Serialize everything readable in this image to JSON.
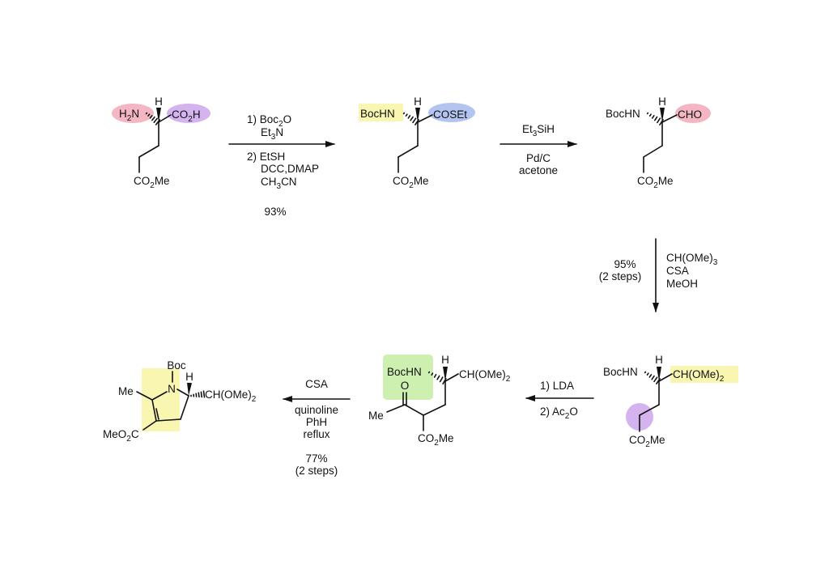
{
  "colors": {
    "pink": "#f4b6c2",
    "purple": "#d4b3ef",
    "yellow": "#f8f6b0",
    "blue": "#b3c4f0",
    "green": "#cdf0b0"
  },
  "compound1": {
    "h": "H",
    "amine": "H2N",
    "acid": "CO2H",
    "ester": "CO2Me"
  },
  "step1": {
    "r1": "1) Boc2O",
    "r2": "Et3N",
    "r3": "2) EtSH",
    "r4": "DCC,DMAP",
    "r5": "CH3CN",
    "yield": "93%"
  },
  "compound2": {
    "h": "H",
    "amine": "BocHN",
    "thioester": "COSEt",
    "ester": "CO2Me"
  },
  "step2": {
    "above": "Et3SiH",
    "below1": "Pd/C",
    "below2": "acetone"
  },
  "compound3": {
    "h": "H",
    "amine": "BocHN",
    "aldehyde": "CHO",
    "ester": "CO2Me"
  },
  "step3": {
    "yield": "95%",
    "yield_note": "(2 steps)",
    "r1": "CH(OMe)3",
    "r2": "CSA",
    "r3": "MeOH"
  },
  "compound4": {
    "h": "H",
    "amine": "BocHN",
    "acetal": "CH(OMe)2",
    "ester": "CO2Me"
  },
  "step4": {
    "r1": "1) LDA",
    "r2": "2) Ac2O"
  },
  "compound5": {
    "h": "H",
    "amine": "BocHN",
    "acetal": "CH(OMe)2",
    "ketone_o": "O",
    "methyl": "Me",
    "ester": "CO2Me"
  },
  "step5": {
    "above": "CSA",
    "below1": "quinoline",
    "below2": "PhH",
    "below3": "reflux",
    "yield": "77%",
    "yield_note": "(2 steps)"
  },
  "compound6": {
    "boc": "Boc",
    "n": "N",
    "h": "H",
    "methyl": "Me",
    "ester": "MeO2C",
    "acetal": "CH(OMe)2"
  }
}
